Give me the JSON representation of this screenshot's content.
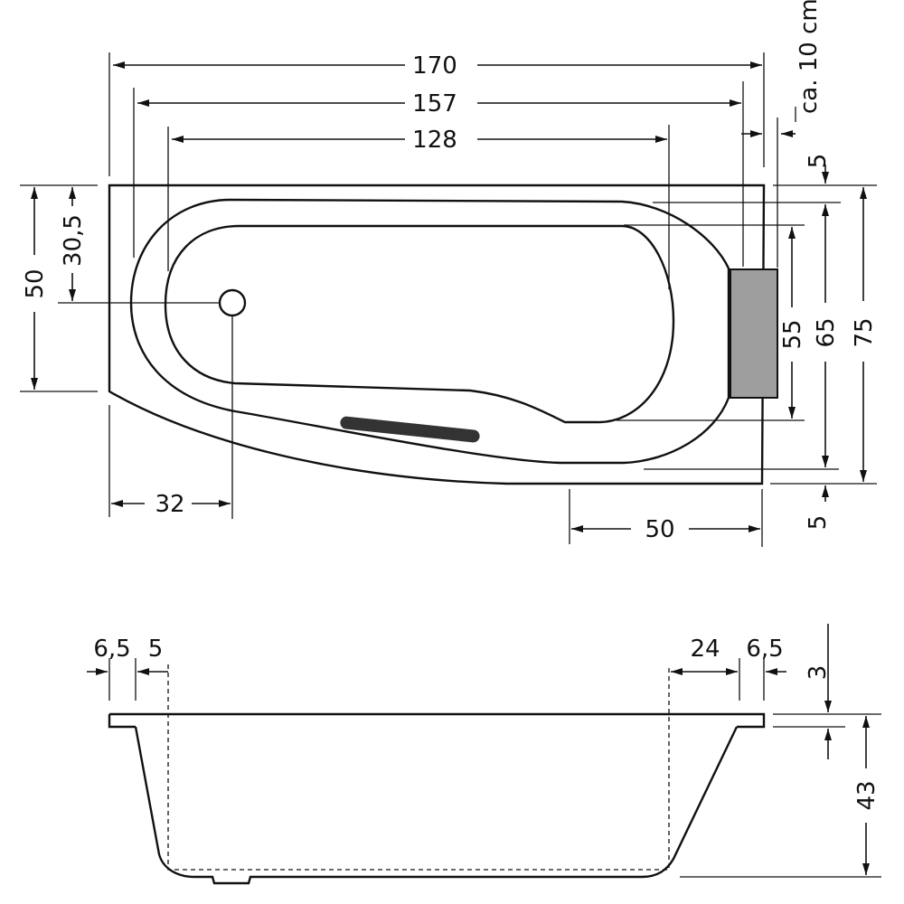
{
  "top_view": {
    "overall_length": "170",
    "inner_length": "157",
    "basin_length": "128",
    "panel_note": "ca. 10 cm",
    "rim_top": "5",
    "rim_bottom": "5",
    "left_total_width": "50",
    "drain_from_top": "30,5",
    "drain_from_left": "32",
    "straight_right_part": "50",
    "basin_width": "55",
    "inner_width": "65",
    "overall_width": "75"
  },
  "side_view": {
    "left_rim": "6,5",
    "left_offset": "5",
    "right_slope": "24",
    "right_rim": "6,5",
    "rim_thickness": "3",
    "depth": "43"
  }
}
